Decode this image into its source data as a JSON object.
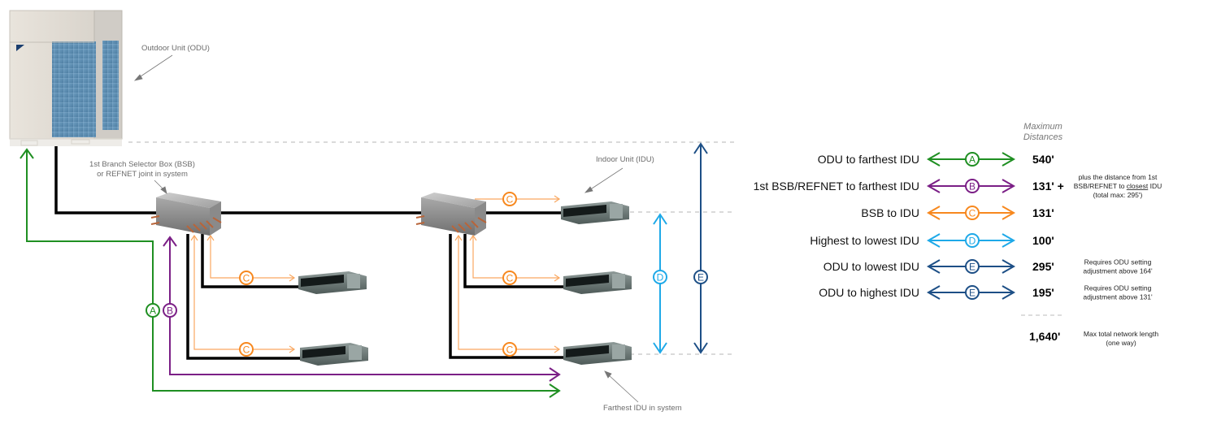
{
  "colors": {
    "A": "#1f8f22",
    "B": "#7b1f86",
    "C": "#f7881e",
    "C_light": "#f9a862",
    "D": "#1ea9e8",
    "E": "#1d4f86",
    "pipe": "#000000",
    "dashed": "#b5b5b5"
  },
  "diagram": {
    "odu_label": "Outdoor Unit (ODU)",
    "bsb_label_line1": "1st Branch Selector Box (BSB)",
    "bsb_label_line2": "or REFNET joint in system",
    "idu_label": "Indoor Unit (IDU)",
    "farthest_label": "Farthest IDU in system",
    "markers": {
      "A": "A",
      "B": "B",
      "C": "C",
      "D": "D",
      "E": "E"
    }
  },
  "legend": {
    "header_line1": "Maximum",
    "header_line2": "Distances",
    "rows": [
      {
        "key": "A",
        "label": "ODU to farthest IDU",
        "value": "540'",
        "note": []
      },
      {
        "key": "B",
        "label": "1st BSB/REFNET to farthest IDU",
        "value": "131' +",
        "note": [
          "plus the distance from 1st",
          "BSB/REFNET to closest IDU",
          "(total max: 295')"
        ],
        "note_underlined_word": "closest"
      },
      {
        "key": "C",
        "label": "BSB to IDU",
        "value": "131'",
        "note": []
      },
      {
        "key": "D",
        "label": "Highest to lowest IDU",
        "value": "100'",
        "note": []
      },
      {
        "key": "E",
        "label": "ODU to lowest IDU",
        "value": "295'",
        "note": [
          "Requires ODU setting",
          "adjustment above 164'"
        ]
      },
      {
        "key": "E",
        "label": "ODU to highest IDU",
        "value": "195'",
        "note": [
          "Requires ODU setting",
          "adjustment above 131'"
        ]
      }
    ],
    "total": {
      "value": "1,640'",
      "note": [
        "Max total network length",
        "(one way)"
      ]
    }
  }
}
